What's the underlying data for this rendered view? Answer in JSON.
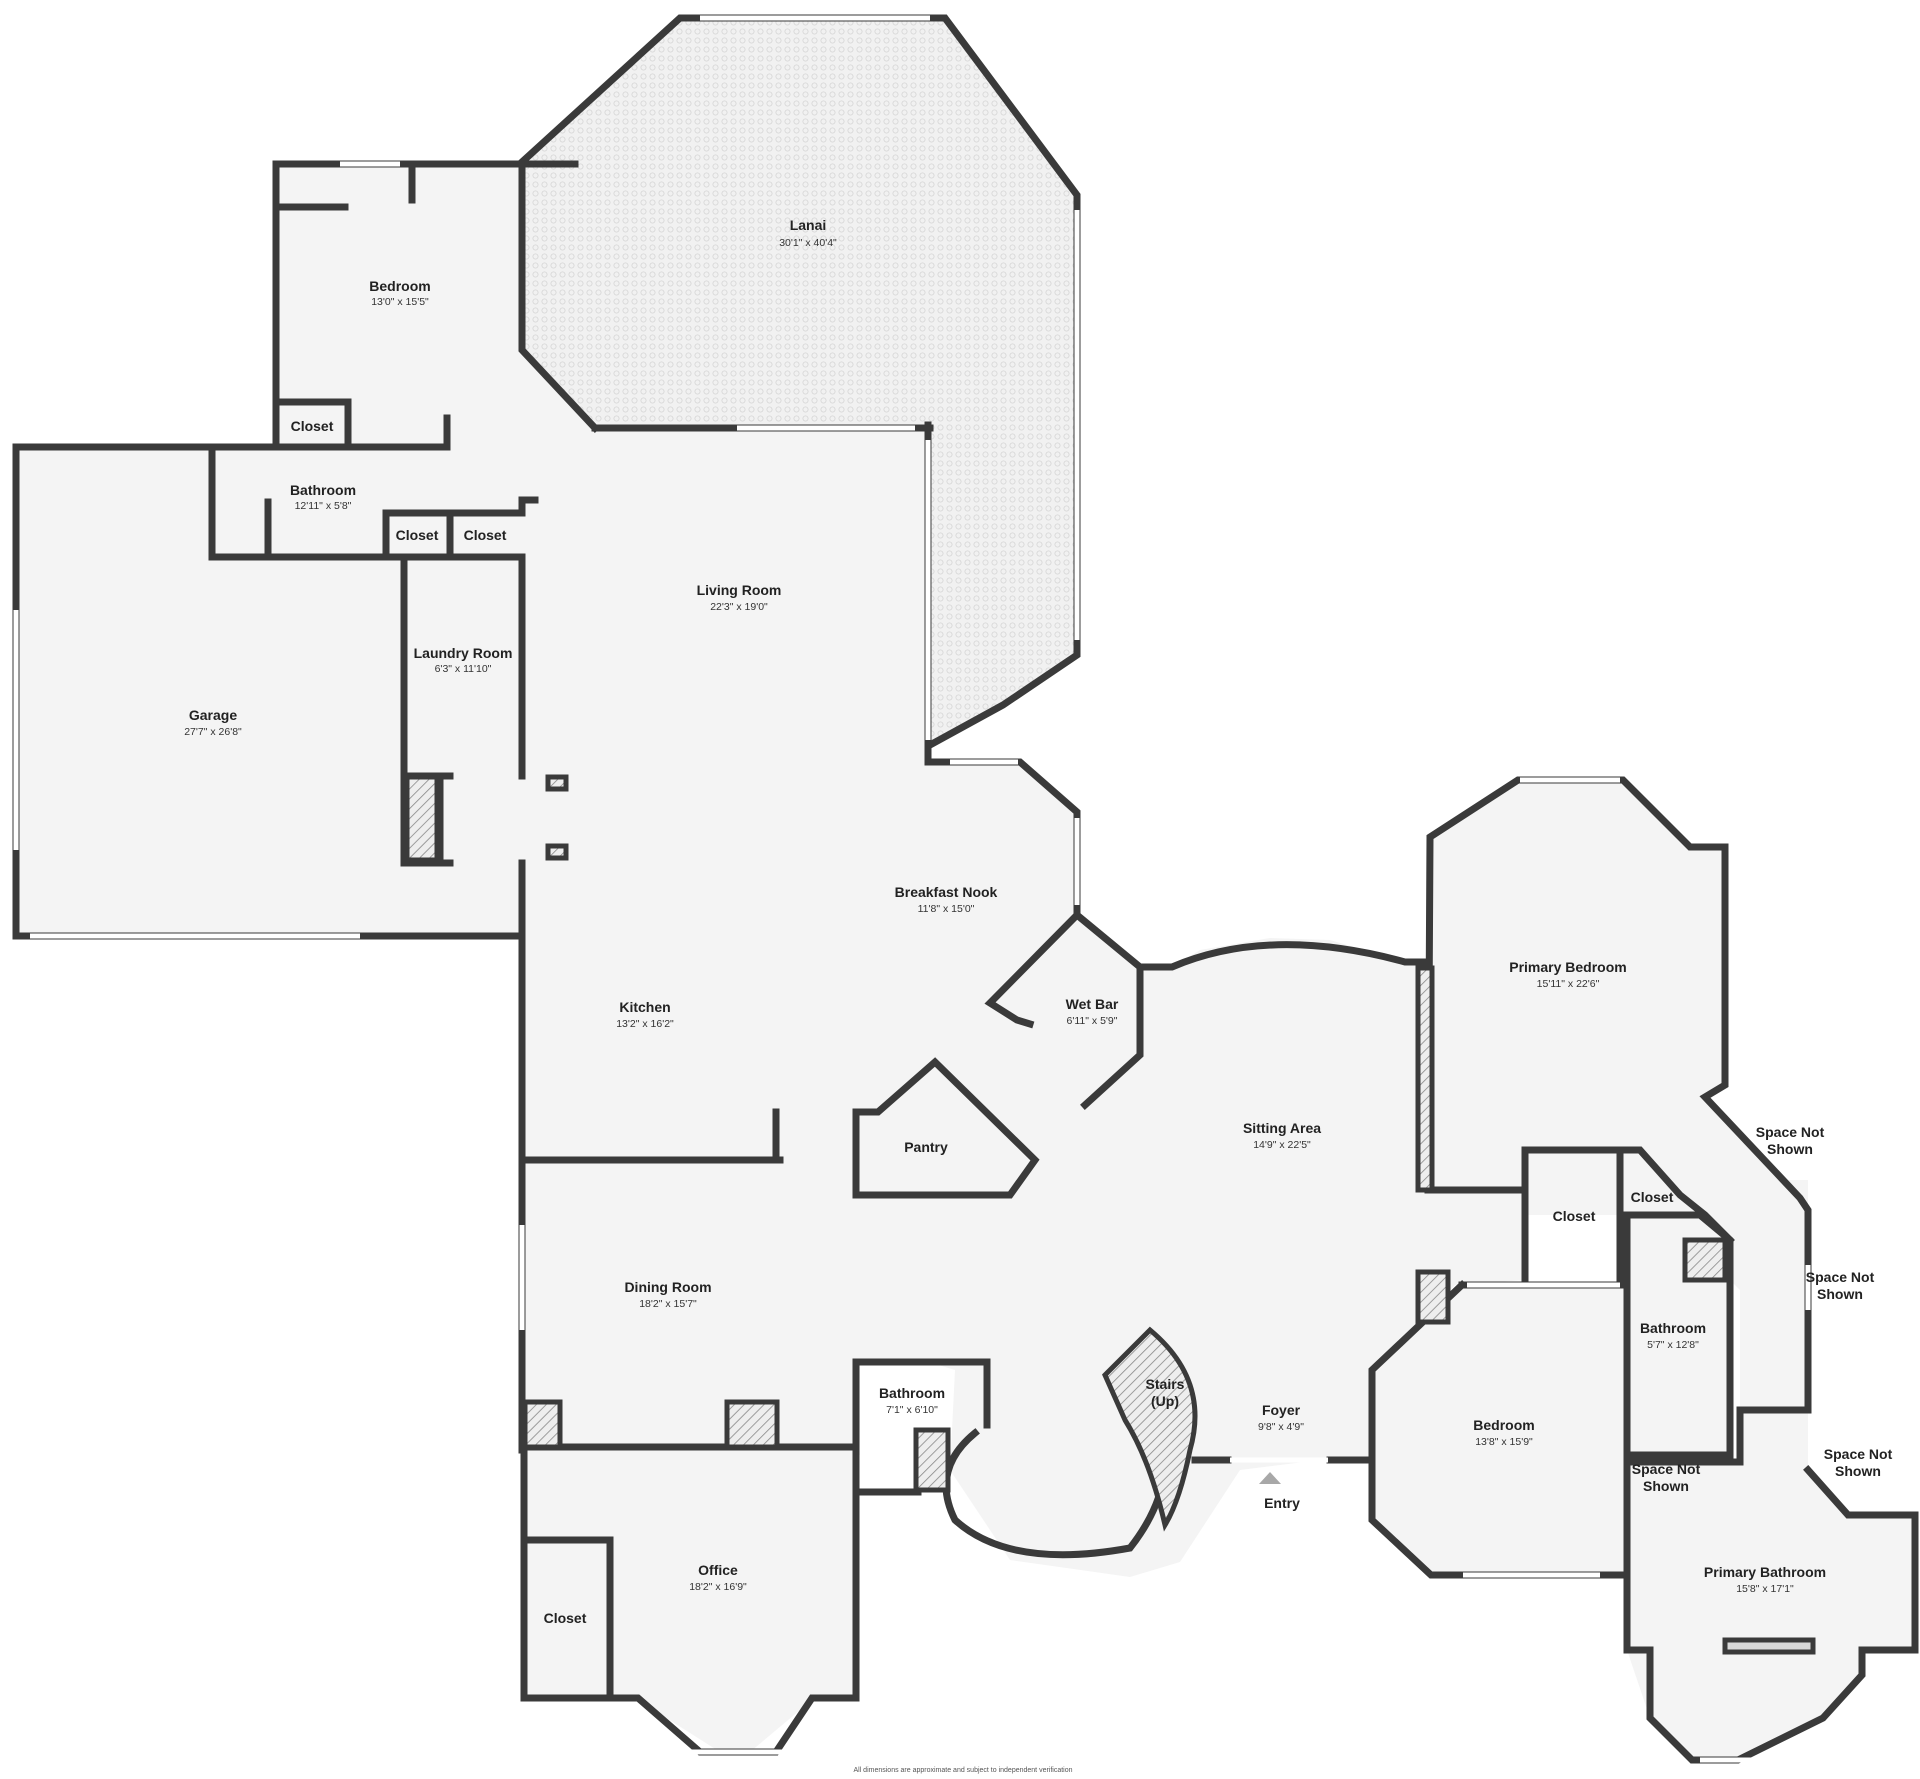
{
  "rooms": [
    {
      "id": "lanai",
      "name": "Lanai",
      "dims": "30'1\" x 40'4\""
    },
    {
      "id": "bedroom1",
      "name": "Bedroom",
      "dims": "13'0\" x 15'5\""
    },
    {
      "id": "closet1",
      "name": "Closet"
    },
    {
      "id": "bathroom1",
      "name": "Bathroom",
      "dims": "12'11\" x 5'8\""
    },
    {
      "id": "closet2",
      "name": "Closet"
    },
    {
      "id": "closet3",
      "name": "Closet"
    },
    {
      "id": "garage",
      "name": "Garage",
      "dims": "27'7\" x 26'8\""
    },
    {
      "id": "laundry",
      "name": "Laundry Room",
      "dims": "6'3\" x 11'10\""
    },
    {
      "id": "living",
      "name": "Living Room",
      "dims": "22'3\" x 19'0\""
    },
    {
      "id": "nook",
      "name": "Breakfast Nook",
      "dims": "11'8\" x 15'0\""
    },
    {
      "id": "kitchen",
      "name": "Kitchen",
      "dims": "13'2\" x 16'2\""
    },
    {
      "id": "wetbar",
      "name": "Wet Bar",
      "dims": "6'11\" x 5'9\""
    },
    {
      "id": "pantry",
      "name": "Pantry"
    },
    {
      "id": "sitting",
      "name": "Sitting Area",
      "dims": "14'9\" x 22'5\""
    },
    {
      "id": "primarybed",
      "name": "Primary Bedroom",
      "dims": "15'11\" x 22'6\""
    },
    {
      "id": "dining",
      "name": "Dining Room",
      "dims": "18'2\" x 15'7\""
    },
    {
      "id": "bathroom2",
      "name": "Bathroom",
      "dims": "7'1\" x 6'10\""
    },
    {
      "id": "stairs",
      "name": "Stairs",
      "sub": "(Up)"
    },
    {
      "id": "foyer",
      "name": "Foyer",
      "dims": "9'8\" x 4'9\""
    },
    {
      "id": "office",
      "name": "Office",
      "dims": "18'2\" x 16'9\""
    },
    {
      "id": "closet4",
      "name": "Closet"
    },
    {
      "id": "closet5",
      "name": "Closet"
    },
    {
      "id": "closet6",
      "name": "Closet"
    },
    {
      "id": "bedroom2",
      "name": "Bedroom",
      "dims": "13'8\" x 15'9\""
    },
    {
      "id": "bathroom3",
      "name": "Bathroom",
      "dims": "5'7\" x 12'8\""
    },
    {
      "id": "primarybath",
      "name": "Primary Bathroom",
      "dims": "15'8\" x 17'1\""
    }
  ],
  "not_shown": [
    "Space Not",
    "Shown"
  ],
  "entry_label": "Entry",
  "disclaimer": "All dimensions are approximate and subject to independent verification",
  "colors": {
    "wall": "#3a3a3a",
    "floor": "#f4f4f4",
    "window": "#ffffff",
    "entry_arrow": "#a8a8a8"
  }
}
